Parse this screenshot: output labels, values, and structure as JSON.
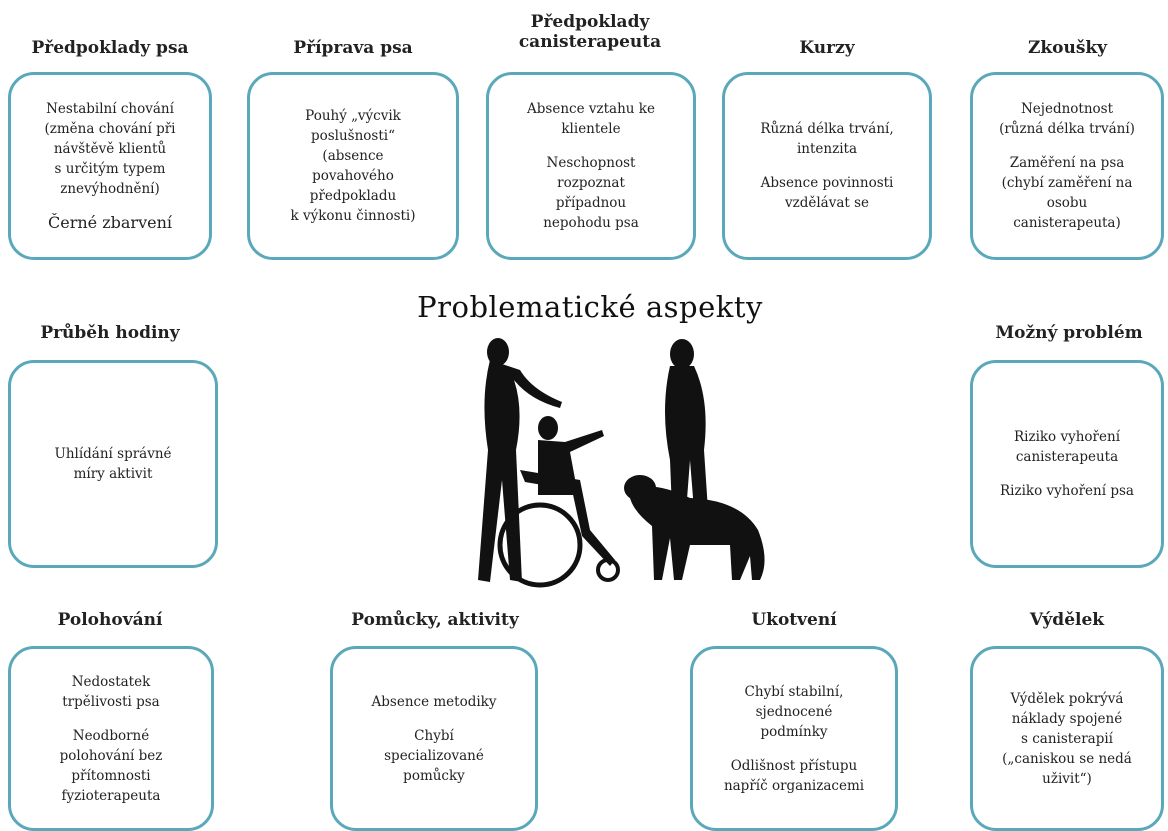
{
  "diagram_title": "Problematické aspekty",
  "categories": [
    {
      "title": "Předpoklady psa",
      "items": [
        "Nestabilní chování\n(změna chování při\nnávštěvě klientů\ns určitým typem\nznevýhodnění)",
        "Černé zbarvení"
      ]
    },
    {
      "title": "Příprava psa",
      "items": [
        "Pouhý „výcvik\nposlušnosti“\n(absence\npovahového\npředpokladu\nk výkonu činnosti)"
      ]
    },
    {
      "title": "Předpoklady\ncanisterapeuta",
      "items": [
        "Absence vztahu ke\nklientele",
        "Neschopnost\nrozpoznat\npřípadnou\nnepohodu psa"
      ]
    },
    {
      "title": "Kurzy",
      "items": [
        "Různá délka trvání,\nintenzita",
        "Absence povinnosti\nvzdělávat se"
      ]
    },
    {
      "title": "Zkoušky",
      "items": [
        "Nejednotnost\n(různá délka trvání)",
        "Zaměření na psa\n(chybí zaměření na\nosobu\ncanisterapeuta)"
      ]
    },
    {
      "title": "Průběh hodiny",
      "items": [
        "Uhlídání správné\nmíry aktivit"
      ]
    },
    {
      "title": "Možný problém",
      "items": [
        "Riziko vyhoření\ncanisterapeuta",
        "Riziko vyhoření psa"
      ]
    },
    {
      "title": "Polohování",
      "items": [
        "Nedostatek\ntrpělivosti psa",
        "Neodborné\npolohování bez\npřítomnosti\nfyzioterapeuta"
      ]
    },
    {
      "title": "Pomůcky, aktivity",
      "items": [
        "Absence metodiky",
        "Chybí\nspecializované\npomůcky"
      ]
    },
    {
      "title": "Ukotvení",
      "items": [
        "Chybí stabilní,\nsjednocené\npodmínky",
        "Odlišnost přístupu\nnapříč organizacemi"
      ]
    },
    {
      "title": "Výdělek",
      "items": [
        "Výdělek pokrývá\nnáklady spojené\ns canisterapií\n(„caniskou se nedá\nuživit“)"
      ]
    }
  ],
  "colors": {
    "box_border": "#5aa8ba",
    "text": "#222222",
    "silhouette": "#111111"
  },
  "illustration": "silhouette-people-wheelchair-dog"
}
